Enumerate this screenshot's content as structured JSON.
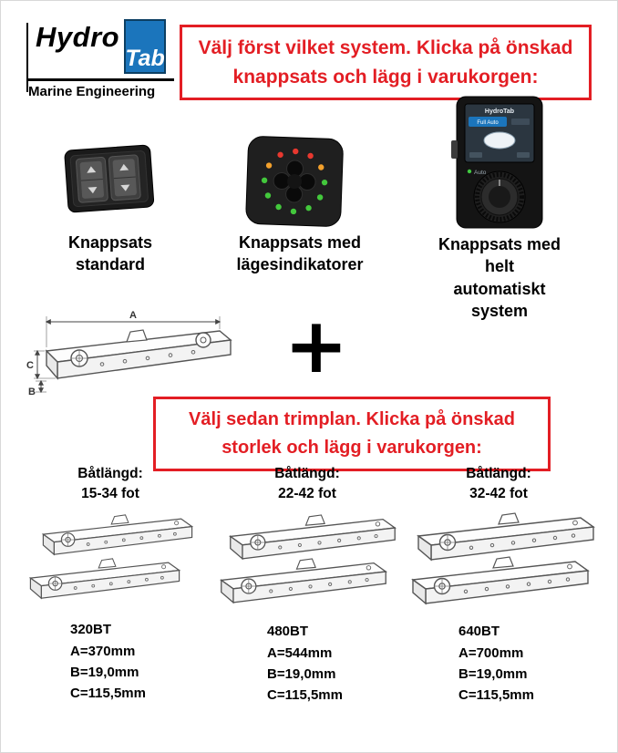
{
  "logo": {
    "hydro": "Hydro",
    "tab": "Tab",
    "tagline": "Marine Engineering"
  },
  "banners": {
    "first": "Välj först vilket system. Klicka på önskad knappsats och lägg i varukorgen:",
    "second": "Välj sedan trimplan. Klicka på önskad storlek och lägg i varukorgen:"
  },
  "plus_sign": "+",
  "systems": [
    {
      "name": "standard",
      "label": "Knappsats\nstandard"
    },
    {
      "name": "position-indicators",
      "label": "Knappsats med\nlägesindikatorer"
    },
    {
      "name": "full-automatic",
      "label": "Knappsats med\nhelt\nautomatiskt\nsystem"
    }
  ],
  "device_screen": {
    "brand": "HydroTab",
    "mode": "Full Auto",
    "knob_label": "Auto"
  },
  "diagram_labels": {
    "a": "A",
    "b": "B",
    "c": "C"
  },
  "trimplanes": [
    {
      "boat_label": "Båtlängd:",
      "boat_range": "15-34 fot",
      "model": "320BT",
      "dim_a": "A=370mm",
      "dim_b": "B=19,0mm",
      "dim_c": "C=115,5mm"
    },
    {
      "boat_label": "Båtlängd:",
      "boat_range": "22-42 fot",
      "model": "480BT",
      "dim_a": "A=544mm",
      "dim_b": "B=19,0mm",
      "dim_c": "C=115,5mm"
    },
    {
      "boat_label": "Båtlängd:",
      "boat_range": "32-42 fot",
      "model": "640BT",
      "dim_a": "A=700mm",
      "dim_b": "B=19,0mm",
      "dim_c": "C=115,5mm"
    }
  ],
  "colors": {
    "accent_red": "#e31e24",
    "brand_blue": "#1b75bc"
  }
}
